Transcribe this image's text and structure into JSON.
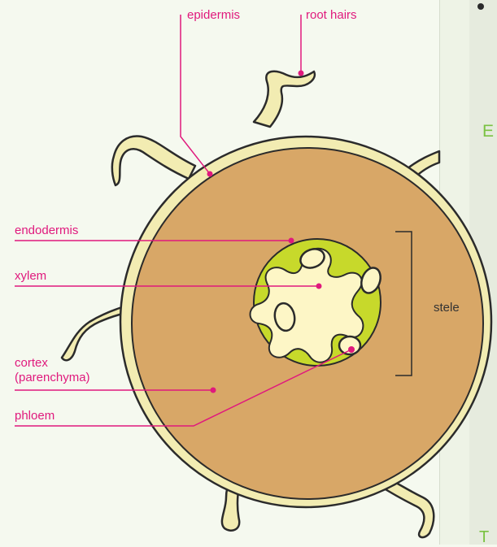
{
  "labels": {
    "epidermis": "epidermis",
    "root_hairs": "root hairs",
    "endodermis": "endodermis",
    "xylem": "xylem",
    "cortex_line1": "cortex",
    "cortex_line2": "(parenchyma)",
    "phloem": "phloem",
    "stele": "stele"
  },
  "side_panel": {
    "letter_e": "E",
    "letter_t": "T"
  },
  "colors": {
    "label_pink": "#e0197d",
    "cortex_tan": "#d8a767",
    "epidermis_cream": "#f2ecb2",
    "stele_green": "#c7d92b",
    "xylem_yellow": "#fdf6c6",
    "outline": "#2b2b2b"
  }
}
